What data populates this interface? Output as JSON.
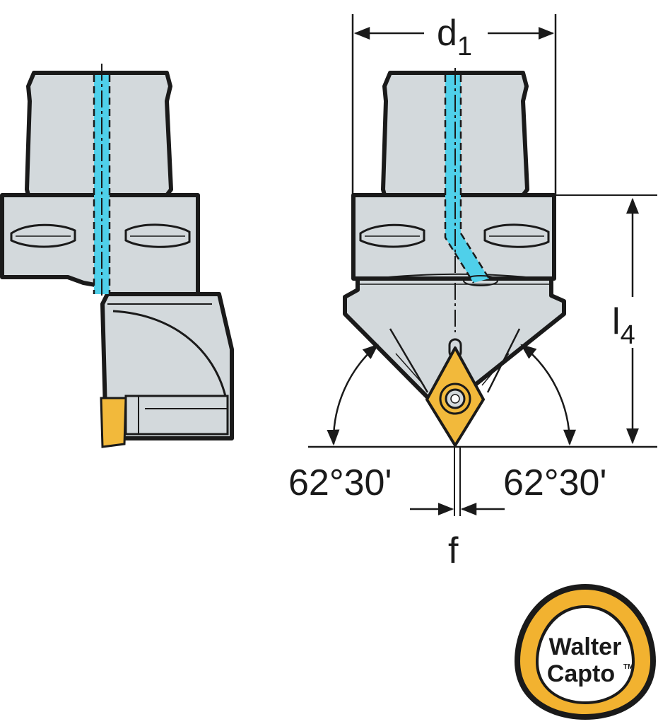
{
  "colors": {
    "body": "#d3d9dc",
    "outline": "#1a1a1a",
    "coolant": "#4fd0ea",
    "insert": "#f2b93b",
    "logo_ring": "#f2b230"
  },
  "dimensions": {
    "d1": {
      "main": "d",
      "sub": "1"
    },
    "l4": {
      "main": "l",
      "sub": "4"
    },
    "angle_left": "62°30'",
    "angle_right": "62°30'",
    "f": "f"
  },
  "logo": {
    "line1": "Walter",
    "line2": "Capto",
    "tm": "TM"
  }
}
